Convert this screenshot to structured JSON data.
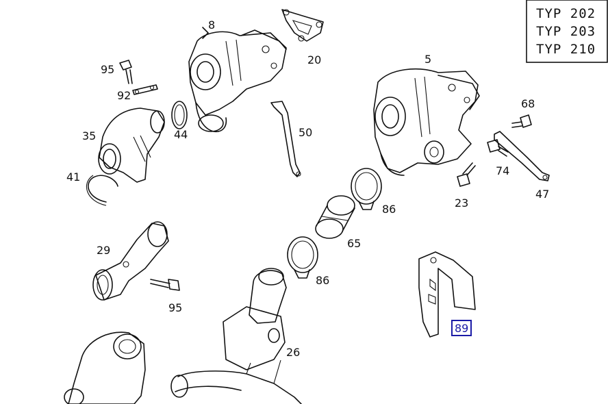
{
  "type_box": {
    "lines": [
      "TYP 202",
      "TYP 203",
      "TYP 210"
    ]
  },
  "parts": {
    "p5": "5",
    "p8": "8",
    "p20": "20",
    "p23": "23",
    "p26": "26",
    "p29": "29",
    "p35": "35",
    "p41": "41",
    "p44": "44",
    "p47": "47",
    "p50": "50",
    "p65": "65",
    "p68": "68",
    "p74": "74",
    "p86a": "86",
    "p86b": "86",
    "p89": "89",
    "p92": "92",
    "p95a": "95",
    "p95b": "95"
  },
  "colors": {
    "line": "#111111",
    "highlight": "#1a1aa6",
    "background": "#ffffff"
  }
}
